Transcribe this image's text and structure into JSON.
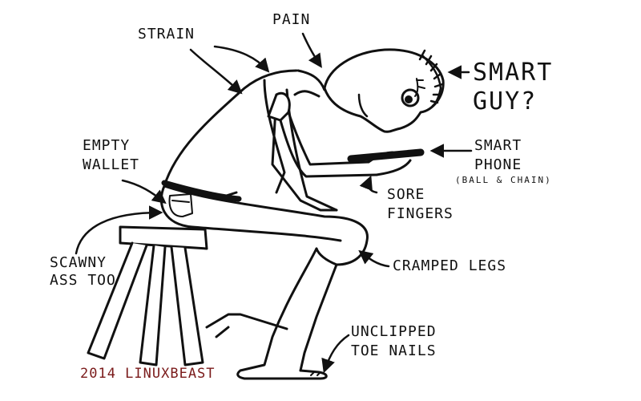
{
  "labels": {
    "strain": "STRAIN",
    "pain": "PAIN",
    "smart_guy_line1": "SMART",
    "smart_guy_line2": "GUY?",
    "empty_wallet_line1": "EMPTY",
    "empty_wallet_line2": "WALLET",
    "smart_phone_line1": "SMART",
    "smart_phone_line2": "PHONE",
    "ball_and_chain": "(BALL & CHAIN)",
    "sore_fingers_line1": "SORE",
    "sore_fingers_line2": "FINGERS",
    "scawny_line1": "SCAWNY",
    "scawny_line2": "ASS TOO",
    "cramped_legs": "CRAMPED LEGS",
    "toe_nails_line1": "UNCLIPPED",
    "toe_nails_line2": "TOE NAILS",
    "credit": "2014 LINUXBEAST"
  },
  "colors": {
    "ink": "#111111",
    "credit": "#7a1a1a",
    "background": "#ffffff"
  }
}
